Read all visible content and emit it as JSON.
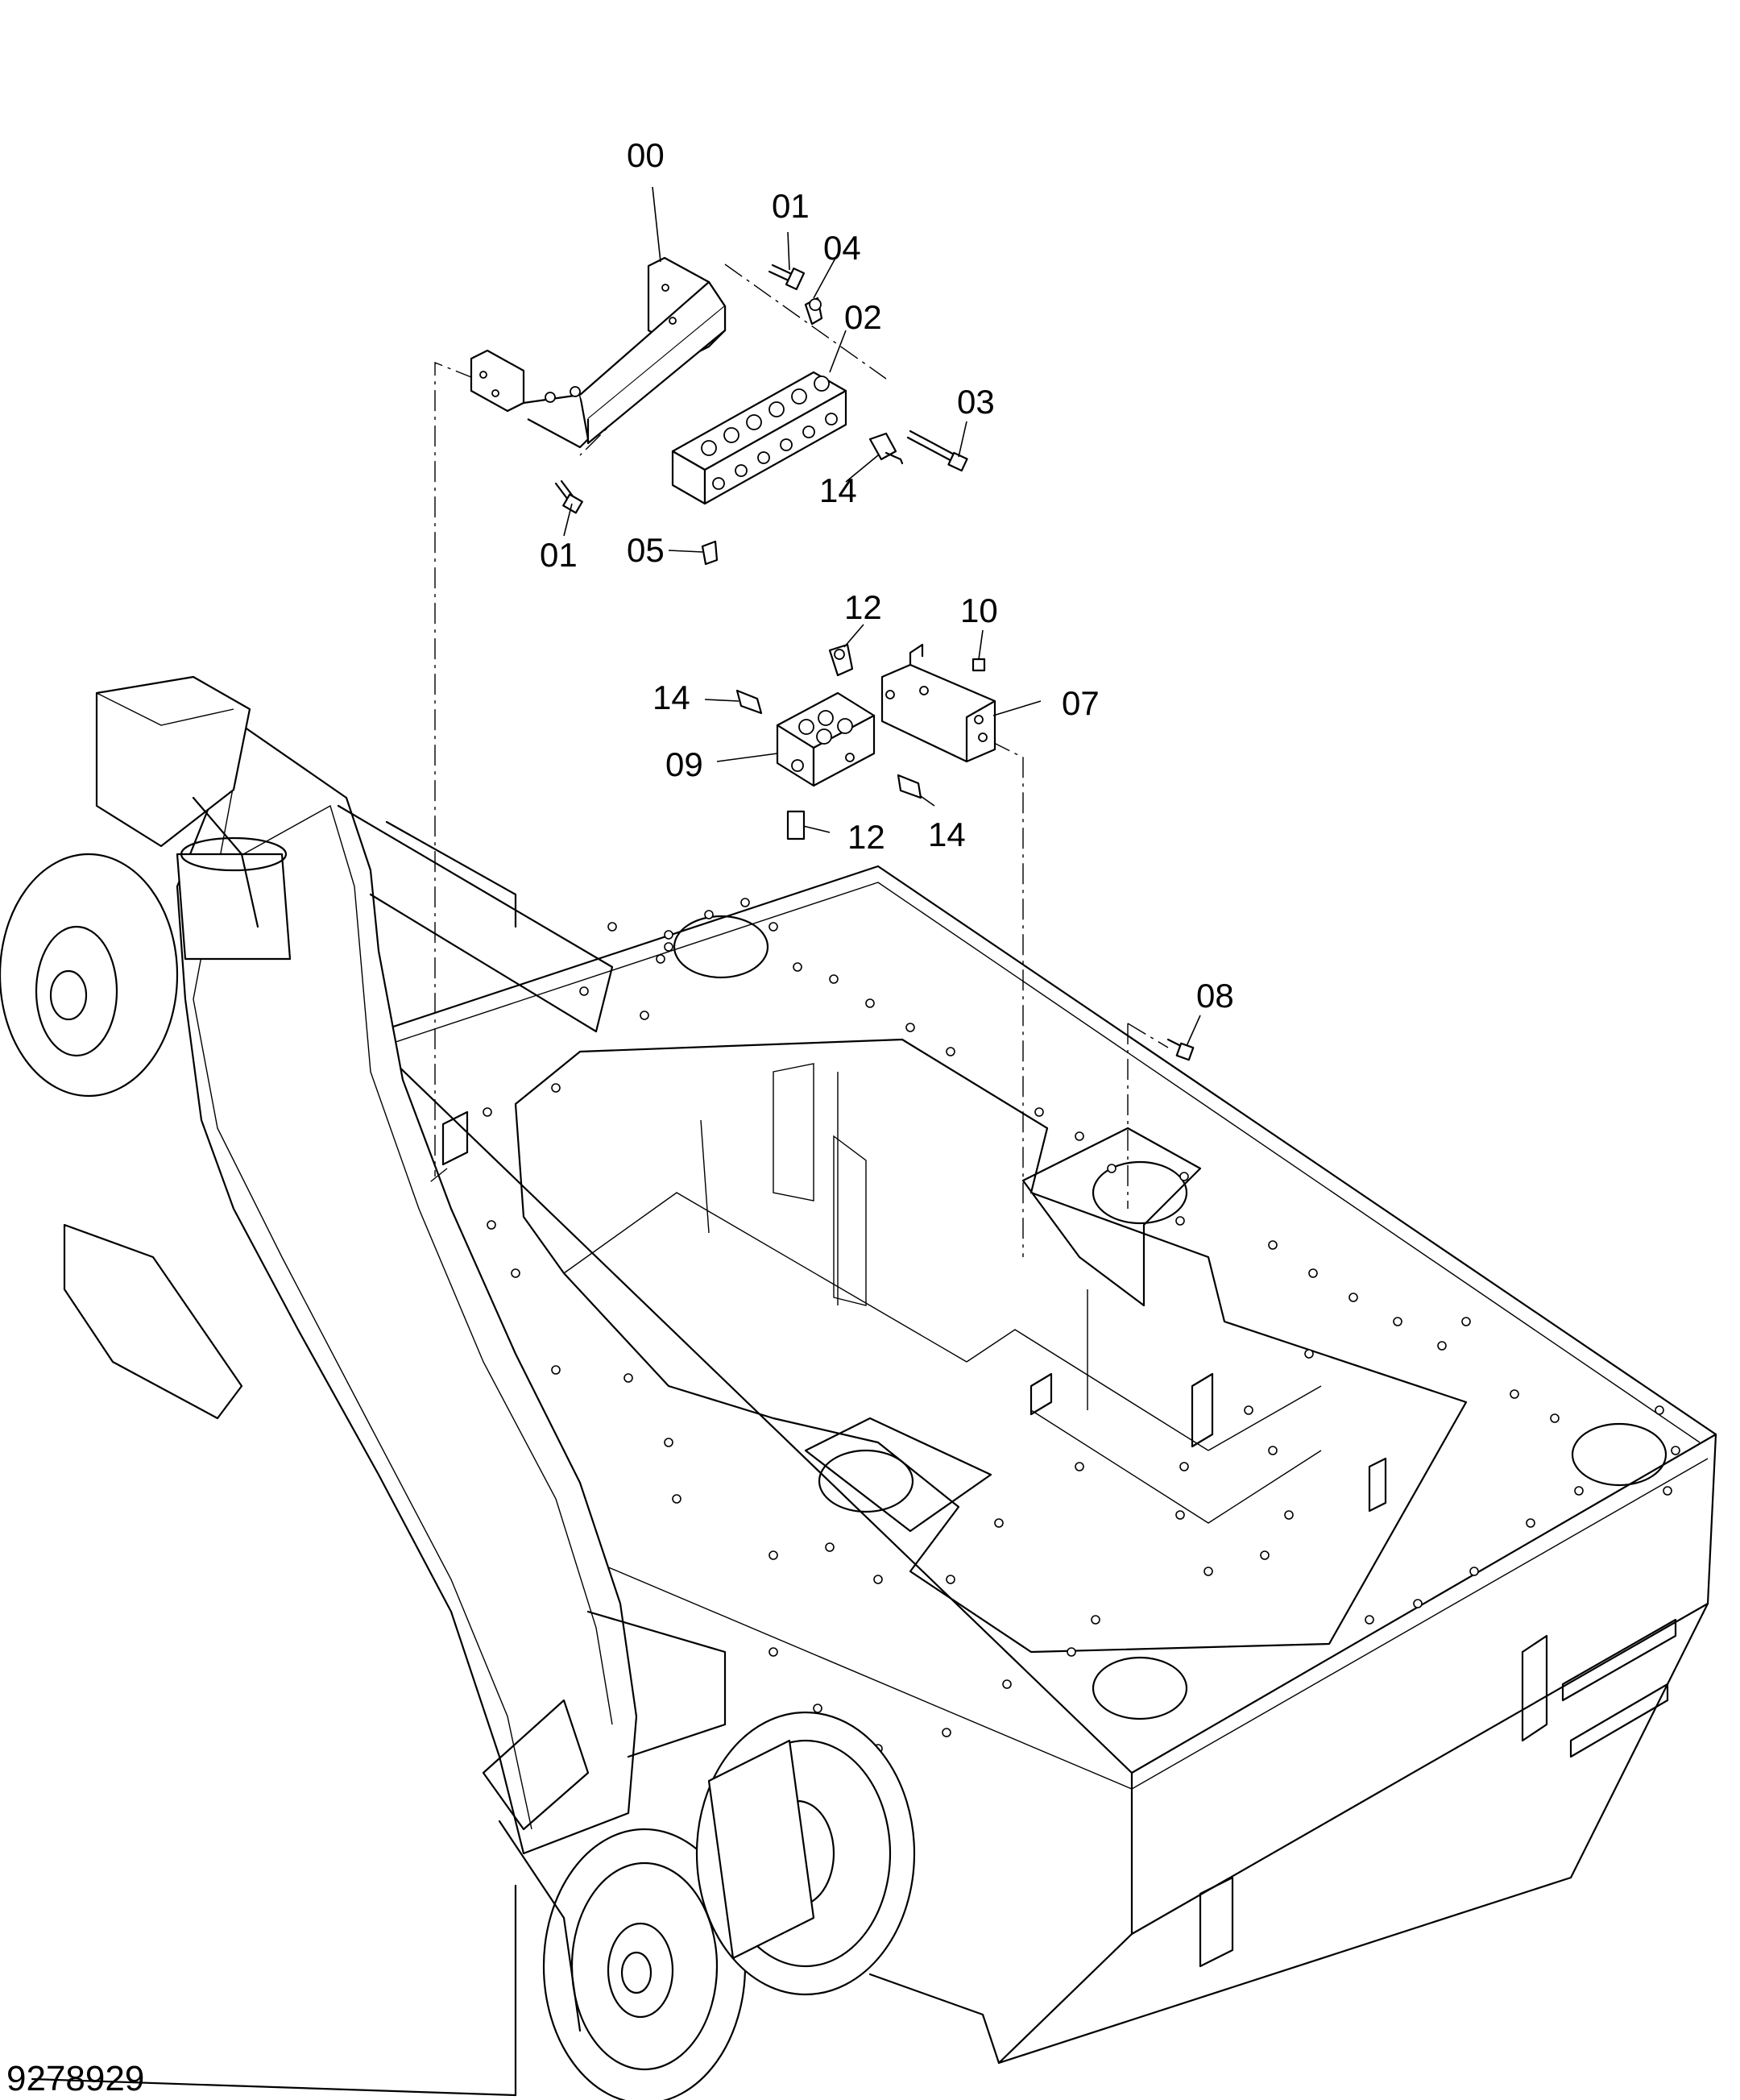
{
  "drawing_number": "9278929",
  "callouts": [
    {
      "id": "00",
      "label": "00"
    },
    {
      "id": "01a",
      "label": "01"
    },
    {
      "id": "04",
      "label": "04"
    },
    {
      "id": "02",
      "label": "02"
    },
    {
      "id": "03",
      "label": "03"
    },
    {
      "id": "14a",
      "label": "14"
    },
    {
      "id": "01b",
      "label": "01"
    },
    {
      "id": "05",
      "label": "05"
    },
    {
      "id": "12a",
      "label": "12"
    },
    {
      "id": "10",
      "label": "10"
    },
    {
      "id": "14b",
      "label": "14"
    },
    {
      "id": "07",
      "label": "07"
    },
    {
      "id": "09",
      "label": "09"
    },
    {
      "id": "12b",
      "label": "12"
    },
    {
      "id": "14c",
      "label": "14"
    },
    {
      "id": "08",
      "label": "08"
    }
  ]
}
